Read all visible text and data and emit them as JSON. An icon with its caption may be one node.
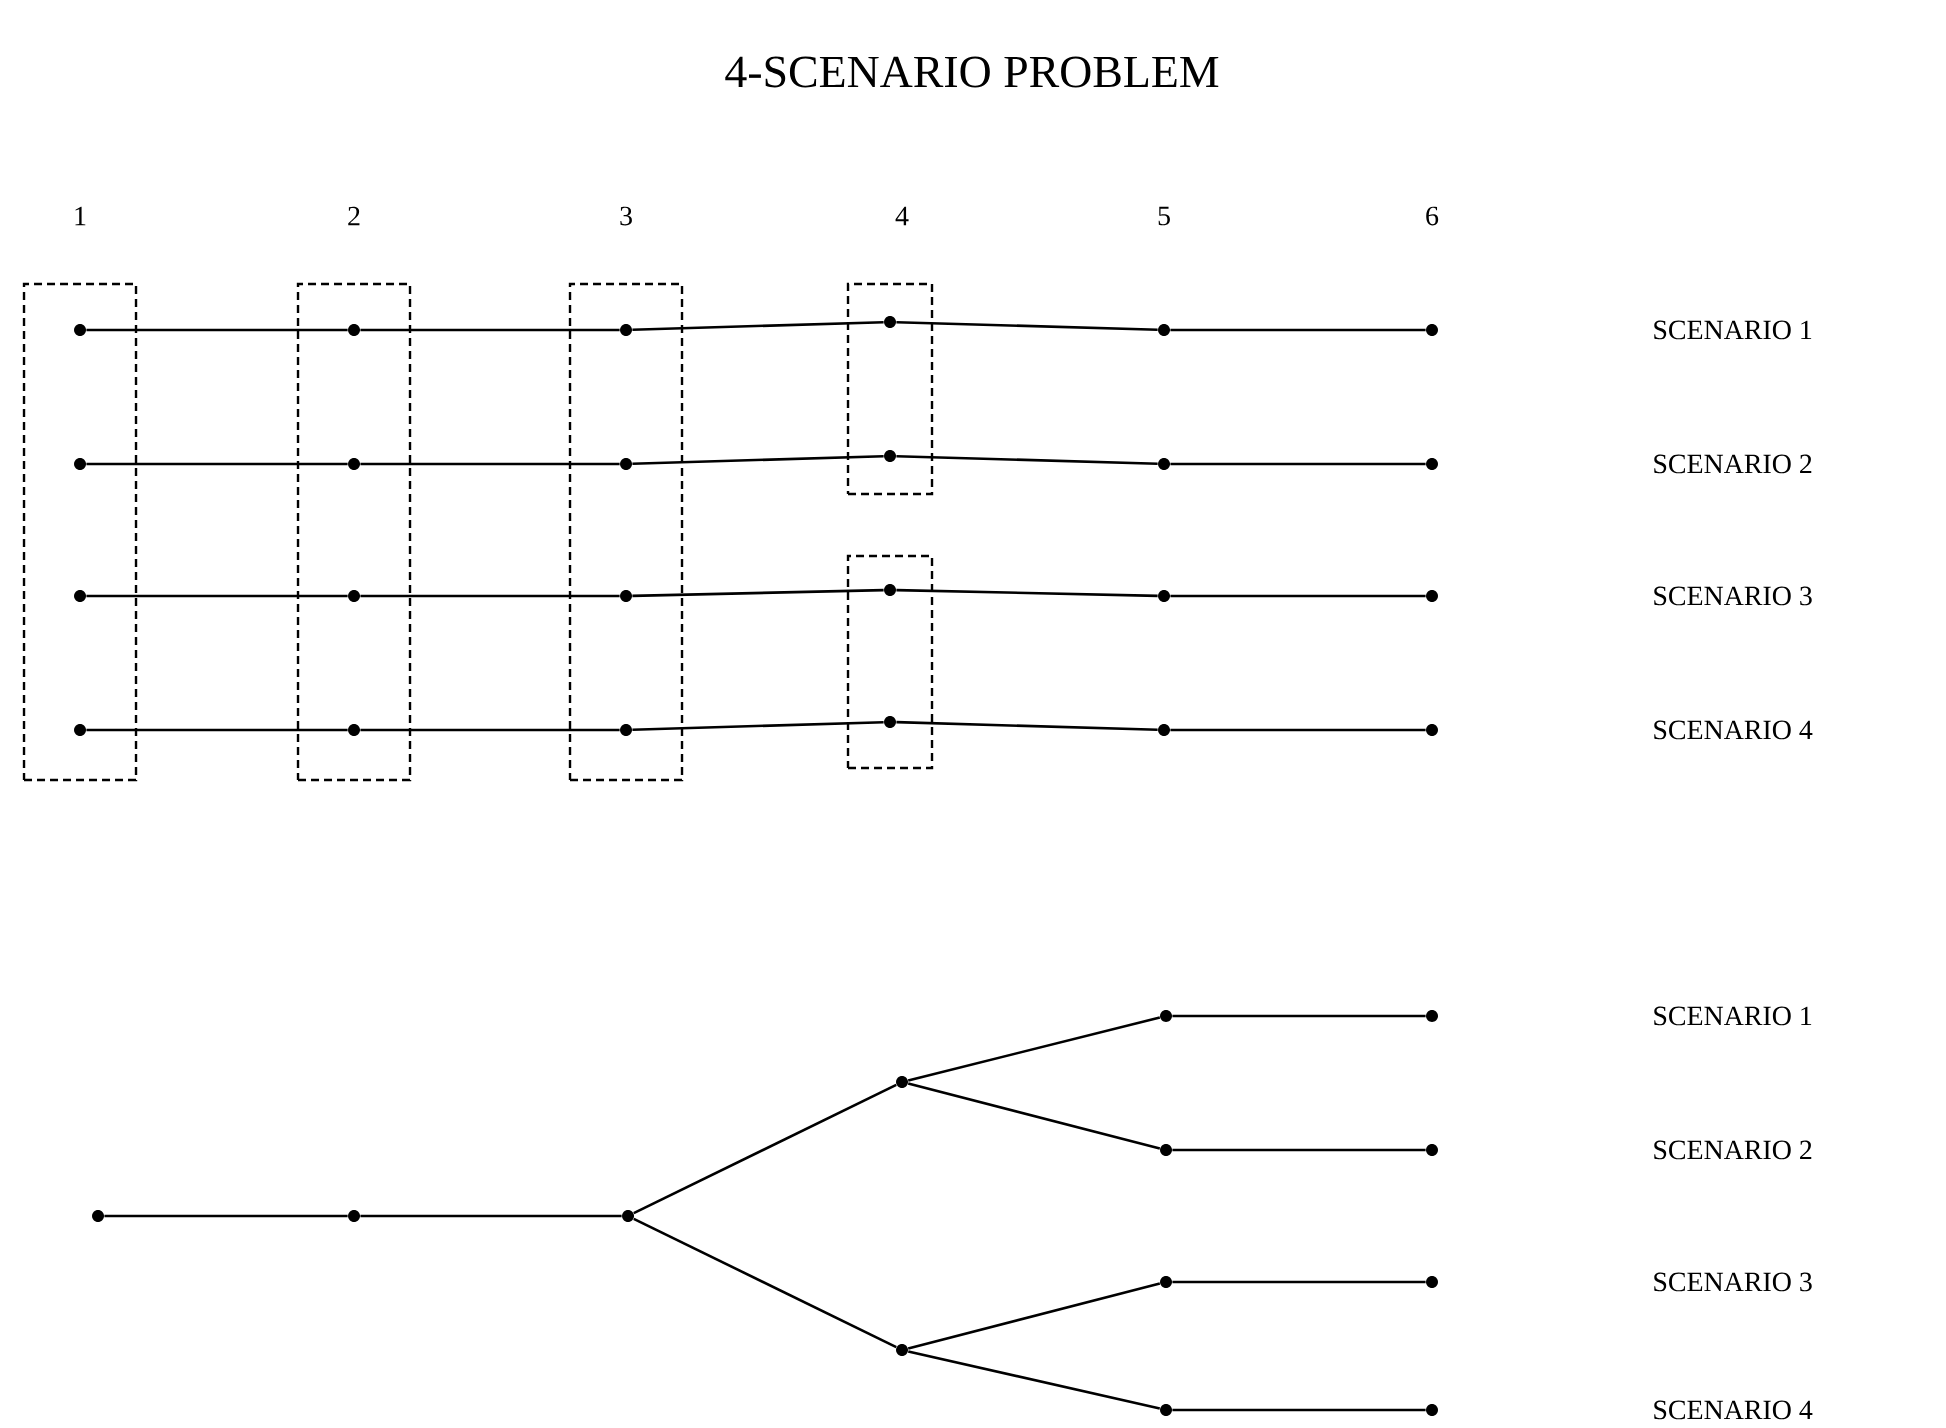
{
  "diagram": {
    "title": "4-SCENARIO PROBLEM",
    "nodes": [
      {
        "text": [],
        "shape": "box"
      },
      {
        "text": [],
        "shape": "circle",
        "in": 0
      },
      {
        "text": [],
        "shape": "circle",
        "in": 0
      },
      {
        "text": [],
        "shape": "circle",
        "in": 0
      },
      {
        "text": [],
        "shape": "circle",
        "in": 0
      },
      {
        "text": [],
        "shape": "box"
      },
      {
        "text": [],
        "shape": "circle",
        "in": 5
      },
      {
        "text": [],
        "shape": "circle",
        "in": 5
      },
      {
        "text": [],
        "shape": "circle",
        "in": 5
      },
      {
        "text": [],
        "shape": "circle",
        "in": 5
      },
      {
        "text": [],
        "shape": "box"
      },
      {
        "text": [],
        "shape": "circle",
        "in": 10
      },
      {
        "text": [],
        "shape": "circle",
        "in": 10
      },
      {
        "text": [],
        "shape": "circle",
        "in": 10
      },
      {
        "text": [],
        "shape": "circle",
        "in": 10
      },
      {
        "text": [],
        "shape": "box"
      },
      {
        "text": [],
        "shape": "circle",
        "in": 15
      },
      {
        "text": [],
        "shape": "circle",
        "in": 15
      },
      {
        "text": [],
        "shape": "box"
      },
      {
        "text": [],
        "shape": "circle",
        "in": 18
      },
      {
        "text": [],
        "shape": "circle",
        "in": 18
      },
      {
        "text": [],
        "shape": "circle"
      },
      {
        "text": [],
        "shape": "circle"
      },
      {
        "text": [],
        "shape": "circle"
      },
      {
        "text": [],
        "shape": "circle"
      },
      {
        "text": [],
        "shape": "circle"
      },
      {
        "text": [],
        "shape": "circle"
      },
      {
        "text": [],
        "shape": "circle"
      },
      {
        "text": [],
        "shape": "circle"
      },
      {
        "text": [],
        "shape": "circle"
      },
      {
        "text": [],
        "shape": "circle"
      },
      {
        "text": [],
        "shape": "circle"
      },
      {
        "text": [],
        "shape": "circle"
      },
      {
        "text": [],
        "shape": "circle"
      },
      {
        "text": [],
        "shape": "circle"
      },
      {
        "text": [],
        "shape": "circle"
      },
      {
        "text": [],
        "shape": "circle"
      },
      {
        "text": [],
        "shape": "circle"
      },
      {
        "text": [],
        "shape": "circle"
      },
      {
        "text": [],
        "shape": "circle"
      },
      {
        "text": [],
        "shape": "circle"
      },
      {
        "text": [],
        "shape": "circle"
      }
    ],
    "edges": [
      {
        "from": 1,
        "to": 6,
        "arrow": "none"
      },
      {
        "from": 6,
        "to": 11,
        "arrow": "none"
      },
      {
        "from": 11,
        "to": 16,
        "arrow": "none"
      },
      {
        "from": 16,
        "to": 21,
        "arrow": "none"
      },
      {
        "from": 21,
        "to": 25,
        "arrow": "none"
      },
      {
        "from": 2,
        "to": 7,
        "arrow": "none"
      },
      {
        "from": 7,
        "to": 12,
        "arrow": "none"
      },
      {
        "from": 12,
        "to": 17,
        "arrow": "none"
      },
      {
        "from": 17,
        "to": 22,
        "arrow": "none"
      },
      {
        "from": 22,
        "to": 26,
        "arrow": "none"
      },
      {
        "from": 3,
        "to": 8,
        "arrow": "none"
      },
      {
        "from": 8,
        "to": 13,
        "arrow": "none"
      },
      {
        "from": 13,
        "to": 19,
        "arrow": "none"
      },
      {
        "from": 19,
        "to": 23,
        "arrow": "none"
      },
      {
        "from": 23,
        "to": 27,
        "arrow": "none"
      },
      {
        "from": 4,
        "to": 9,
        "arrow": "none"
      },
      {
        "from": 9,
        "to": 14,
        "arrow": "none"
      },
      {
        "from": 14,
        "to": 20,
        "arrow": "none"
      },
      {
        "from": 20,
        "to": 24,
        "arrow": "none"
      },
      {
        "from": 24,
        "to": 28,
        "arrow": "none"
      },
      {
        "from": 29,
        "to": 30,
        "arrow": "none"
      },
      {
        "from": 30,
        "to": 31,
        "arrow": "none"
      },
      {
        "from": 31,
        "to": 32,
        "arrow": "none"
      },
      {
        "from": 31,
        "to": 33,
        "arrow": "none"
      },
      {
        "from": 32,
        "to": 34,
        "arrow": "none"
      },
      {
        "from": 32,
        "to": 35,
        "arrow": "none"
      },
      {
        "from": 33,
        "to": 36,
        "arrow": "none"
      },
      {
        "from": 33,
        "to": 37,
        "arrow": "none"
      },
      {
        "from": 34,
        "to": 38,
        "arrow": "none"
      },
      {
        "from": 35,
        "to": 39,
        "arrow": "none"
      },
      {
        "from": 36,
        "to": 40,
        "arrow": "none"
      },
      {
        "from": 37,
        "to": 41,
        "arrow": "none"
      }
    ],
    "labels": [
      "1",
      "2",
      "3",
      "4",
      "5",
      "6",
      "SCENARIO 1",
      "SCENARIO 2",
      "SCENARIO 3",
      "SCENARIO 4",
      "SCENARIO 1",
      "SCENARIO 2",
      "SCENARIO 3",
      "SCENARIO 4"
    ]
  }
}
